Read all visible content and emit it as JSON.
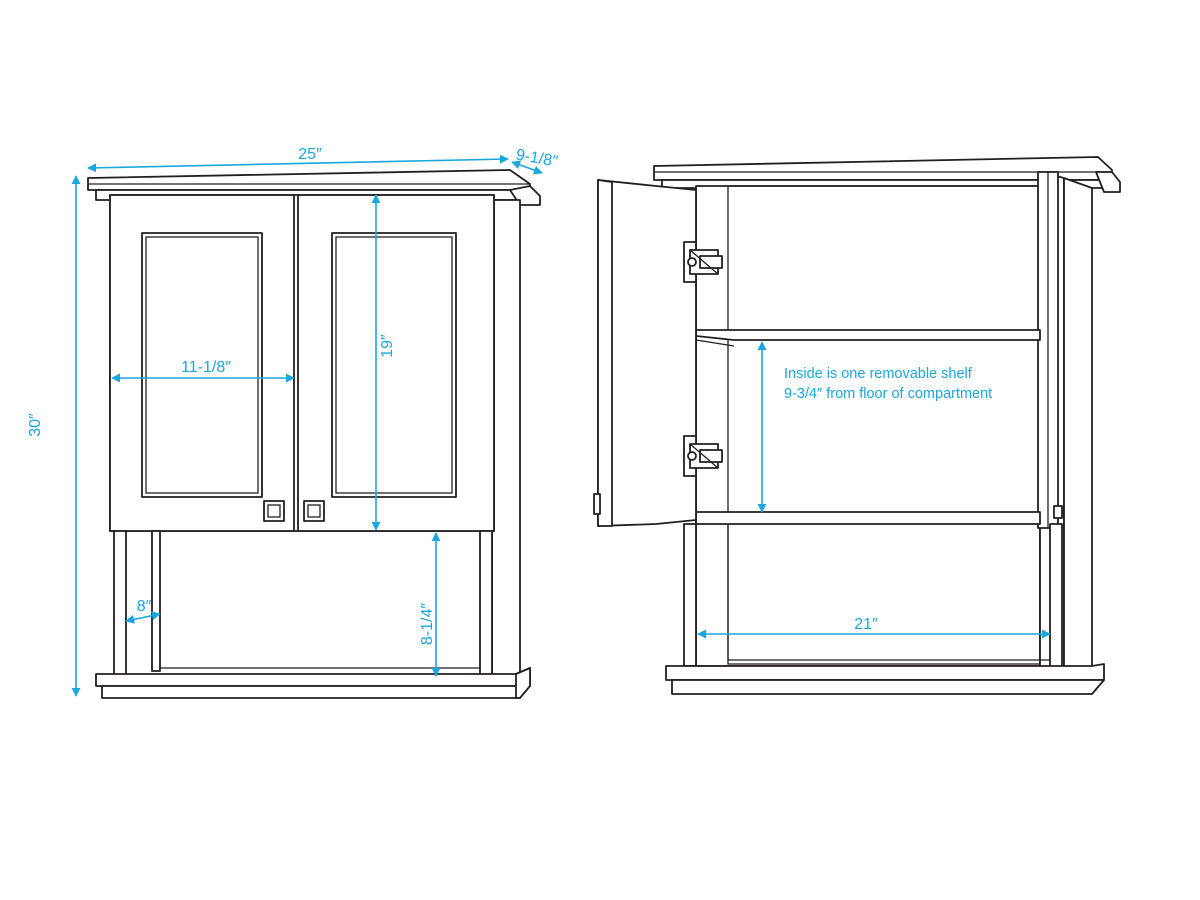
{
  "colors": {
    "line": "#231f20",
    "dimension": "#1aa7e0",
    "background": "#ffffff"
  },
  "front_view": {
    "dimensions": {
      "overall_width": "25″",
      "depth": "9-1/8″",
      "overall_height": "30″",
      "door_width": "11-1/8″",
      "door_height": "19″",
      "open_shelf_height": "8-1/4″",
      "side_depth": "8″"
    }
  },
  "open_view": {
    "dimensions": {
      "interior_width": "21″"
    },
    "note": {
      "line1": "Inside is one removable shelf",
      "line2": "9-3/4″ from floor of compartment"
    }
  }
}
